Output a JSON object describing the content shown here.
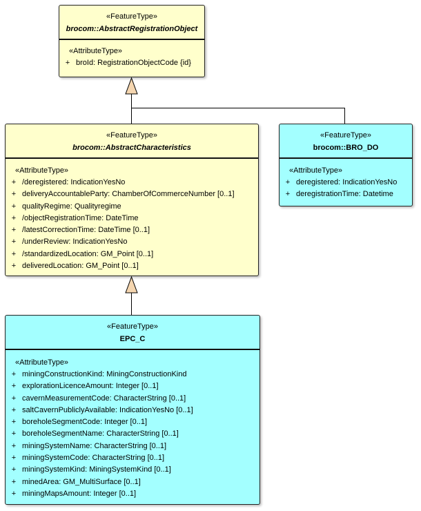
{
  "classes": {
    "registration_object": {
      "stereotype": "«FeatureType»",
      "name": "brocom::AbstractRegistrationObject",
      "attr_stereotype": "«AttributeType»",
      "attributes": [
        "broId: RegistrationObjectCode {id}"
      ]
    },
    "characteristics": {
      "stereotype": "«FeatureType»",
      "name": "brocom::AbstractCharacteristics",
      "attr_stereotype": "«AttributeType»",
      "attributes": [
        "/deregistered: IndicationYesNo",
        "deliveryAccountableParty: ChamberOfCommerceNumber [0..1]",
        "qualityRegime: Qualityregime",
        "/objectRegistrationTime: DateTime",
        "/latestCorrectionTime: DateTime [0..1]",
        "/underReview: IndicationYesNo",
        "/standardizedLocation: GM_Point [0..1]",
        "deliveredLocation: GM_Point [0..1]"
      ]
    },
    "bro_do": {
      "stereotype": "«FeatureType»",
      "name": "brocom::BRO_DO",
      "attr_stereotype": "«AttributeType»",
      "attributes": [
        "deregistered: IndicationYesNo",
        "deregistrationTime: Datetime"
      ]
    },
    "epc_c": {
      "stereotype": "«FeatureType»",
      "name": "EPC_C",
      "attr_stereotype": "«AttributeType»",
      "attributes": [
        "miningConstructionKind: MiningConstructionKind",
        "explorationLicenceAmount: Integer [0..1]",
        "cavernMeasurementCode: CharacterString [0..1]",
        "saltCavernPubliclyAvailable: IndicationYesNo [0..1]",
        "boreholeSegmentCode: Integer [0..1]",
        "boreholeSegmentName: CharacterString [0..1]",
        "miningSystemName: CharacterString [0..1]",
        "miningSystemCode: CharacterString [0..1]",
        "miningSystemKind: MiningSystemKind [0..1]",
        "minedArea: GM_MultiSurface [0..1]",
        "miningMapsAmount: Integer [0..1]"
      ]
    }
  },
  "visibility_symbol": "+",
  "colors": {
    "abstract_fill": "#ffffcc",
    "concrete_fill": "#a3ffff",
    "generalization_arrow": "#f5d6b0"
  }
}
